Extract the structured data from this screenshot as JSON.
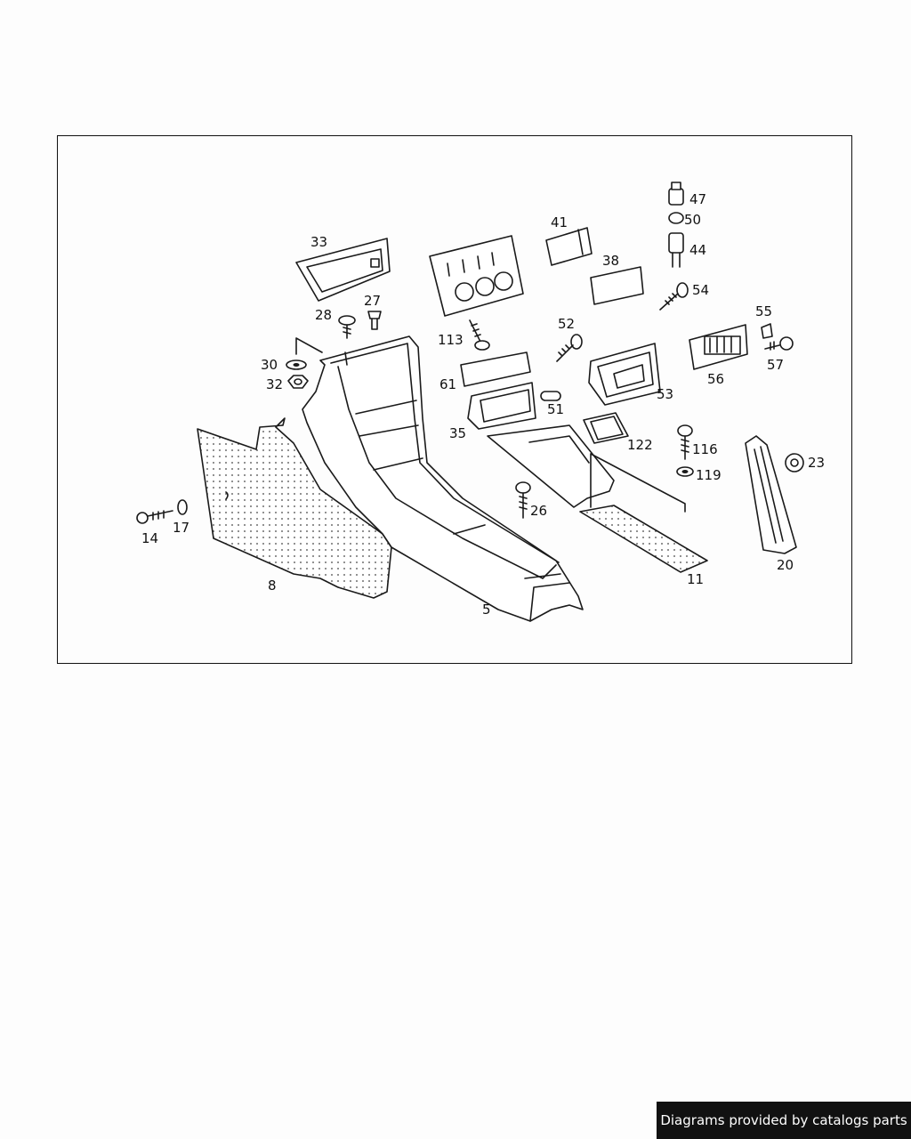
{
  "diagram": {
    "labels": {
      "p47": "47",
      "p50": "50",
      "p44": "44",
      "p41": "41",
      "p38": "38",
      "p33": "33",
      "p54": "54",
      "p55": "55",
      "p57": "57",
      "p28": "28",
      "p27": "27",
      "p113": "113",
      "p52": "52",
      "p30": "30",
      "p32": "32",
      "p56": "56",
      "p53": "53",
      "p61": "61",
      "p51": "51",
      "p35": "35",
      "p122": "122",
      "p116": "116",
      "p23": "23",
      "p119": "119",
      "p26": "26",
      "p14": "14",
      "p17": "17",
      "p20": "20",
      "p8": "8",
      "p11": "11",
      "p5": "5"
    }
  },
  "footer": {
    "text": "Diagrams provided by catalogs parts"
  }
}
